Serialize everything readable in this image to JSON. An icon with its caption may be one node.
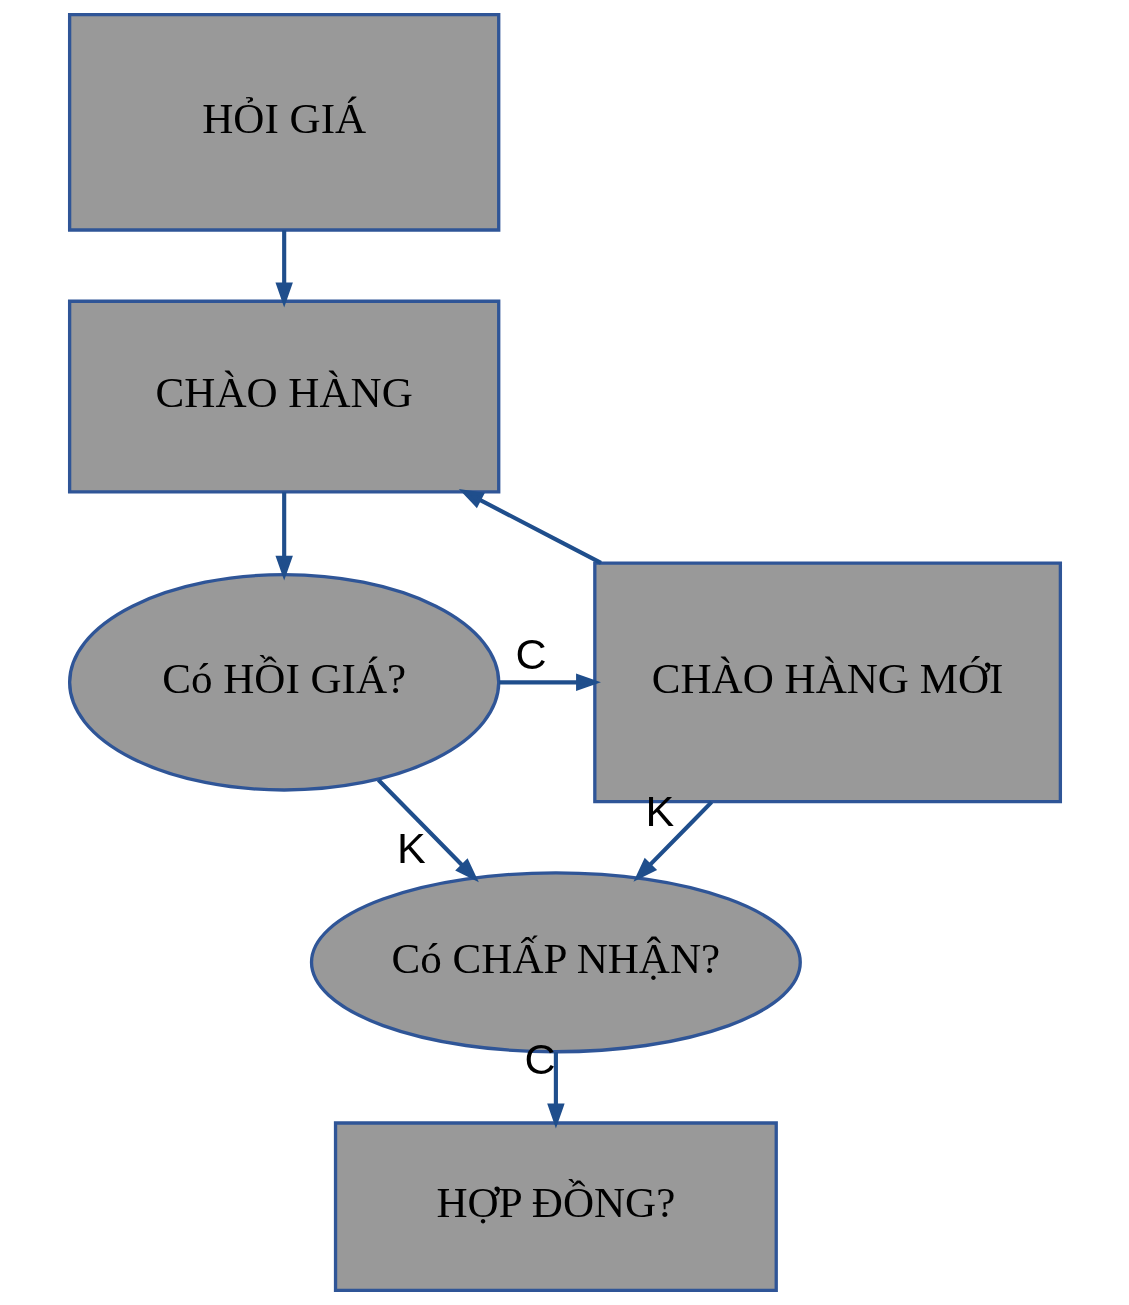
{
  "diagram": {
    "nodes": [
      {
        "text": [
          "HỎI GIÁ"
        ]
      },
      {
        "text": [
          "CHÀO HÀNG"
        ]
      },
      {
        "text": [
          "Có HỒI GIÁ?"
        ]
      },
      {
        "text": [
          "CHÀO HÀNG MỚI"
        ]
      },
      {
        "text": [
          "Có CHẤP NHẬN?"
        ]
      },
      {
        "text": [
          "HỢP ĐỒNG?"
        ]
      }
    ],
    "edges": [
      {
        "from": 0,
        "to": 1,
        "arrow": "to"
      },
      {
        "from": 1,
        "to": 2,
        "arrow": "to"
      },
      {
        "from": 2,
        "to": 3,
        "arrow": "to",
        "label": "C"
      },
      {
        "from": 3,
        "to": 1,
        "arrow": "to"
      },
      {
        "from": 2,
        "to": 4,
        "arrow": "to",
        "label": "K"
      },
      {
        "from": 3,
        "to": 4,
        "arrow": "to",
        "label": "K"
      },
      {
        "from": 4,
        "to": 5,
        "arrow": "to",
        "label": "C"
      }
    ]
  }
}
